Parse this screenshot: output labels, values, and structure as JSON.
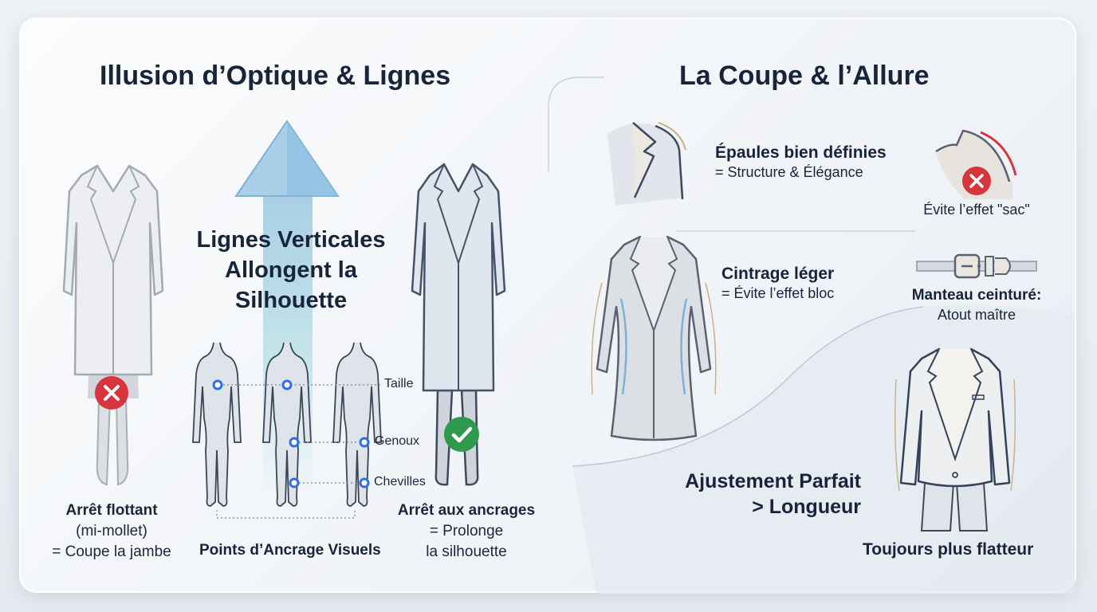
{
  "left_panel": {
    "title": "Illusion d’Optique & Lignes",
    "arrow_text": [
      "Lignes Verticales",
      "Allongent la",
      "Silhouette"
    ],
    "bad_coat": {
      "icon": "cross-icon",
      "label_bold": "Arrêt flottant",
      "label_lines": [
        "(mi-mollet)",
        "= Coupe la jambe"
      ]
    },
    "good_coat": {
      "icon": "check-icon",
      "label_bold": "Arrêt aux ancrages",
      "label_lines": [
        "= Prolonge",
        "la silhouette"
      ]
    },
    "anchor_labels": [
      "Taille",
      "Genoux",
      "Chevilles"
    ],
    "anchor_caption": "Points d’Ancrage Visuels"
  },
  "right_panel": {
    "title": "La Coupe & l’Allure",
    "shoulders": {
      "bold": "Épaules bien définies",
      "sub": "= Structure & Élégance"
    },
    "avoid_bag": {
      "icon": "cross-icon",
      "text": "Évite l’effet \"sac\""
    },
    "waist": {
      "bold": "Cintrage léger",
      "sub": "= Évite l’effet bloc"
    },
    "belt": {
      "icon": "belt-icon",
      "bold": "Manteau ceinturé:",
      "sub": "Atout maître"
    },
    "fit": {
      "lines": [
        "Ajustement Parfait",
        "> Longueur"
      ]
    },
    "blazer_caption": "Toujours plus flatteur"
  },
  "colors": {
    "title": "#17243a",
    "error": "#d8343c",
    "success": "#2f9a4e",
    "anchor": "#2f6fe0",
    "arrow": "#8ec3df"
  }
}
